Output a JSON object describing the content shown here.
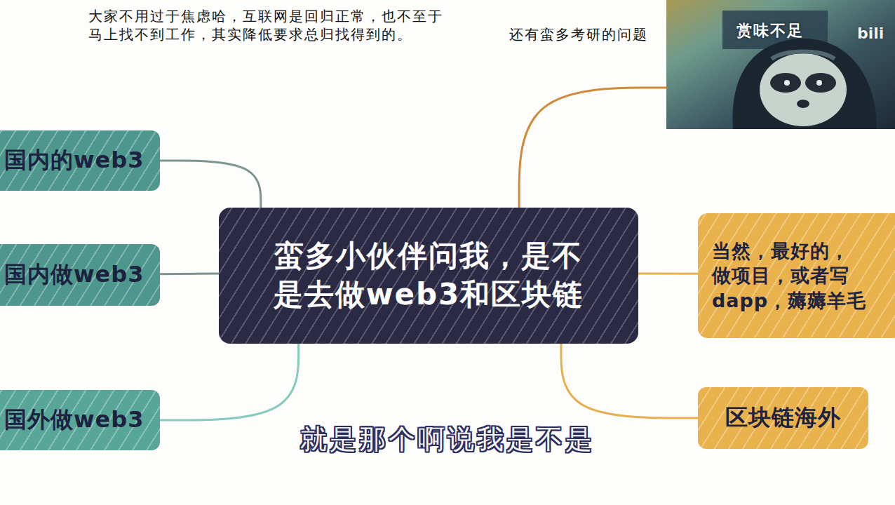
{
  "diagram": {
    "nodes": [
      {
        "text": [
          "蛮多小伙伴问我，是不 是去做web3和区块链"
        ]
      },
      {
        "text": [
          "国内的web3"
        ]
      },
      {
        "text": [
          "国内做web3"
        ]
      },
      {
        "text": [
          "国外做web3"
        ]
      },
      {
        "text": [
          "赏味不足"
        ]
      },
      {
        "text": [
          "当然，最好的， 做项目，或者写 dapp，薅薅羊毛"
        ]
      },
      {
        "text": [
          "区块链海外"
        ]
      }
    ],
    "edges": [
      {
        "from": 0,
        "to": 1,
        "arrow": "none"
      },
      {
        "from": 0,
        "to": 2,
        "arrow": "none"
      },
      {
        "from": 0,
        "to": 3,
        "arrow": "none"
      },
      {
        "from": 0,
        "to": 4,
        "arrow": "none"
      },
      {
        "from": 0,
        "to": 5,
        "arrow": "none"
      },
      {
        "from": 0,
        "to": 6,
        "arrow": "none"
      }
    ],
    "labels": [
      "大家不用过于焦虑哈，互联网是回归正常，也不至于 马上找不到工作，其实降低要求总归找得到的。",
      "还有蛮多考研的问题",
      "就是那个啊说我是不是",
      "bili"
    ]
  }
}
